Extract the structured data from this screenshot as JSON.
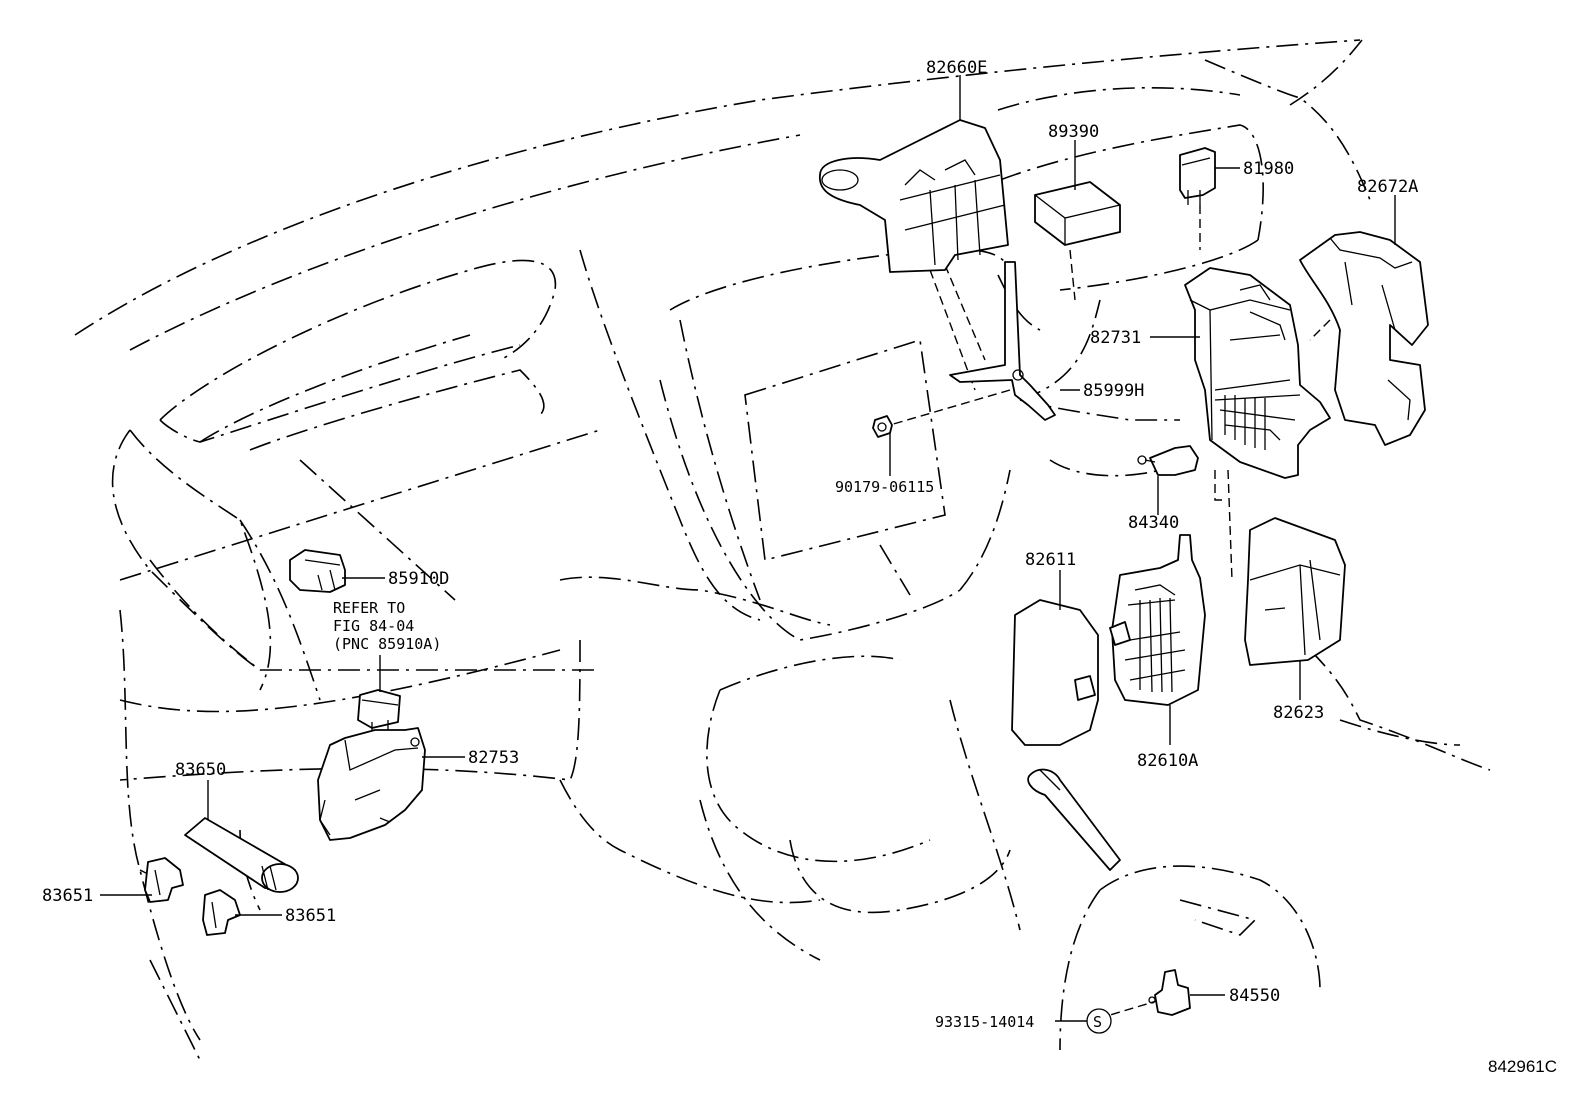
{
  "callouts": {
    "p82660E": "82660E",
    "p89390": "89390",
    "p81980": "81980",
    "p82672A": "82672A",
    "p82731": "82731",
    "p85999H": "85999H",
    "p90179": "90179-06115",
    "p84340": "84340",
    "p82611": "82611",
    "p85910D": "85910D",
    "p82753": "82753",
    "p83650": "83650",
    "p83651_left": "83651",
    "p83651_right": "83651",
    "p82610A": "82610A",
    "p82623": "82623",
    "p84550": "84550",
    "p93315": "93315-14014",
    "screw_symbol": "S"
  },
  "note": {
    "line1": "REFER TO",
    "line2": "FIG  84-04",
    "line3": "(PNC 85910A)"
  },
  "figure_id": "842961C"
}
